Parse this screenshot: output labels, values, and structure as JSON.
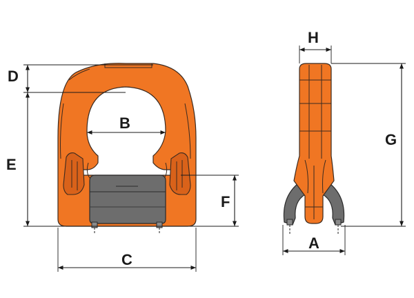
{
  "diagram": {
    "labels": {
      "a": "A",
      "b": "B",
      "c": "C",
      "d": "D",
      "e": "E",
      "f": "F",
      "g": "G",
      "h": "H"
    },
    "colors": {
      "body": "#f07623",
      "insert": "#6d6d6d",
      "outline": "#3a2a20",
      "dimension": "#1a1a1a"
    }
  }
}
